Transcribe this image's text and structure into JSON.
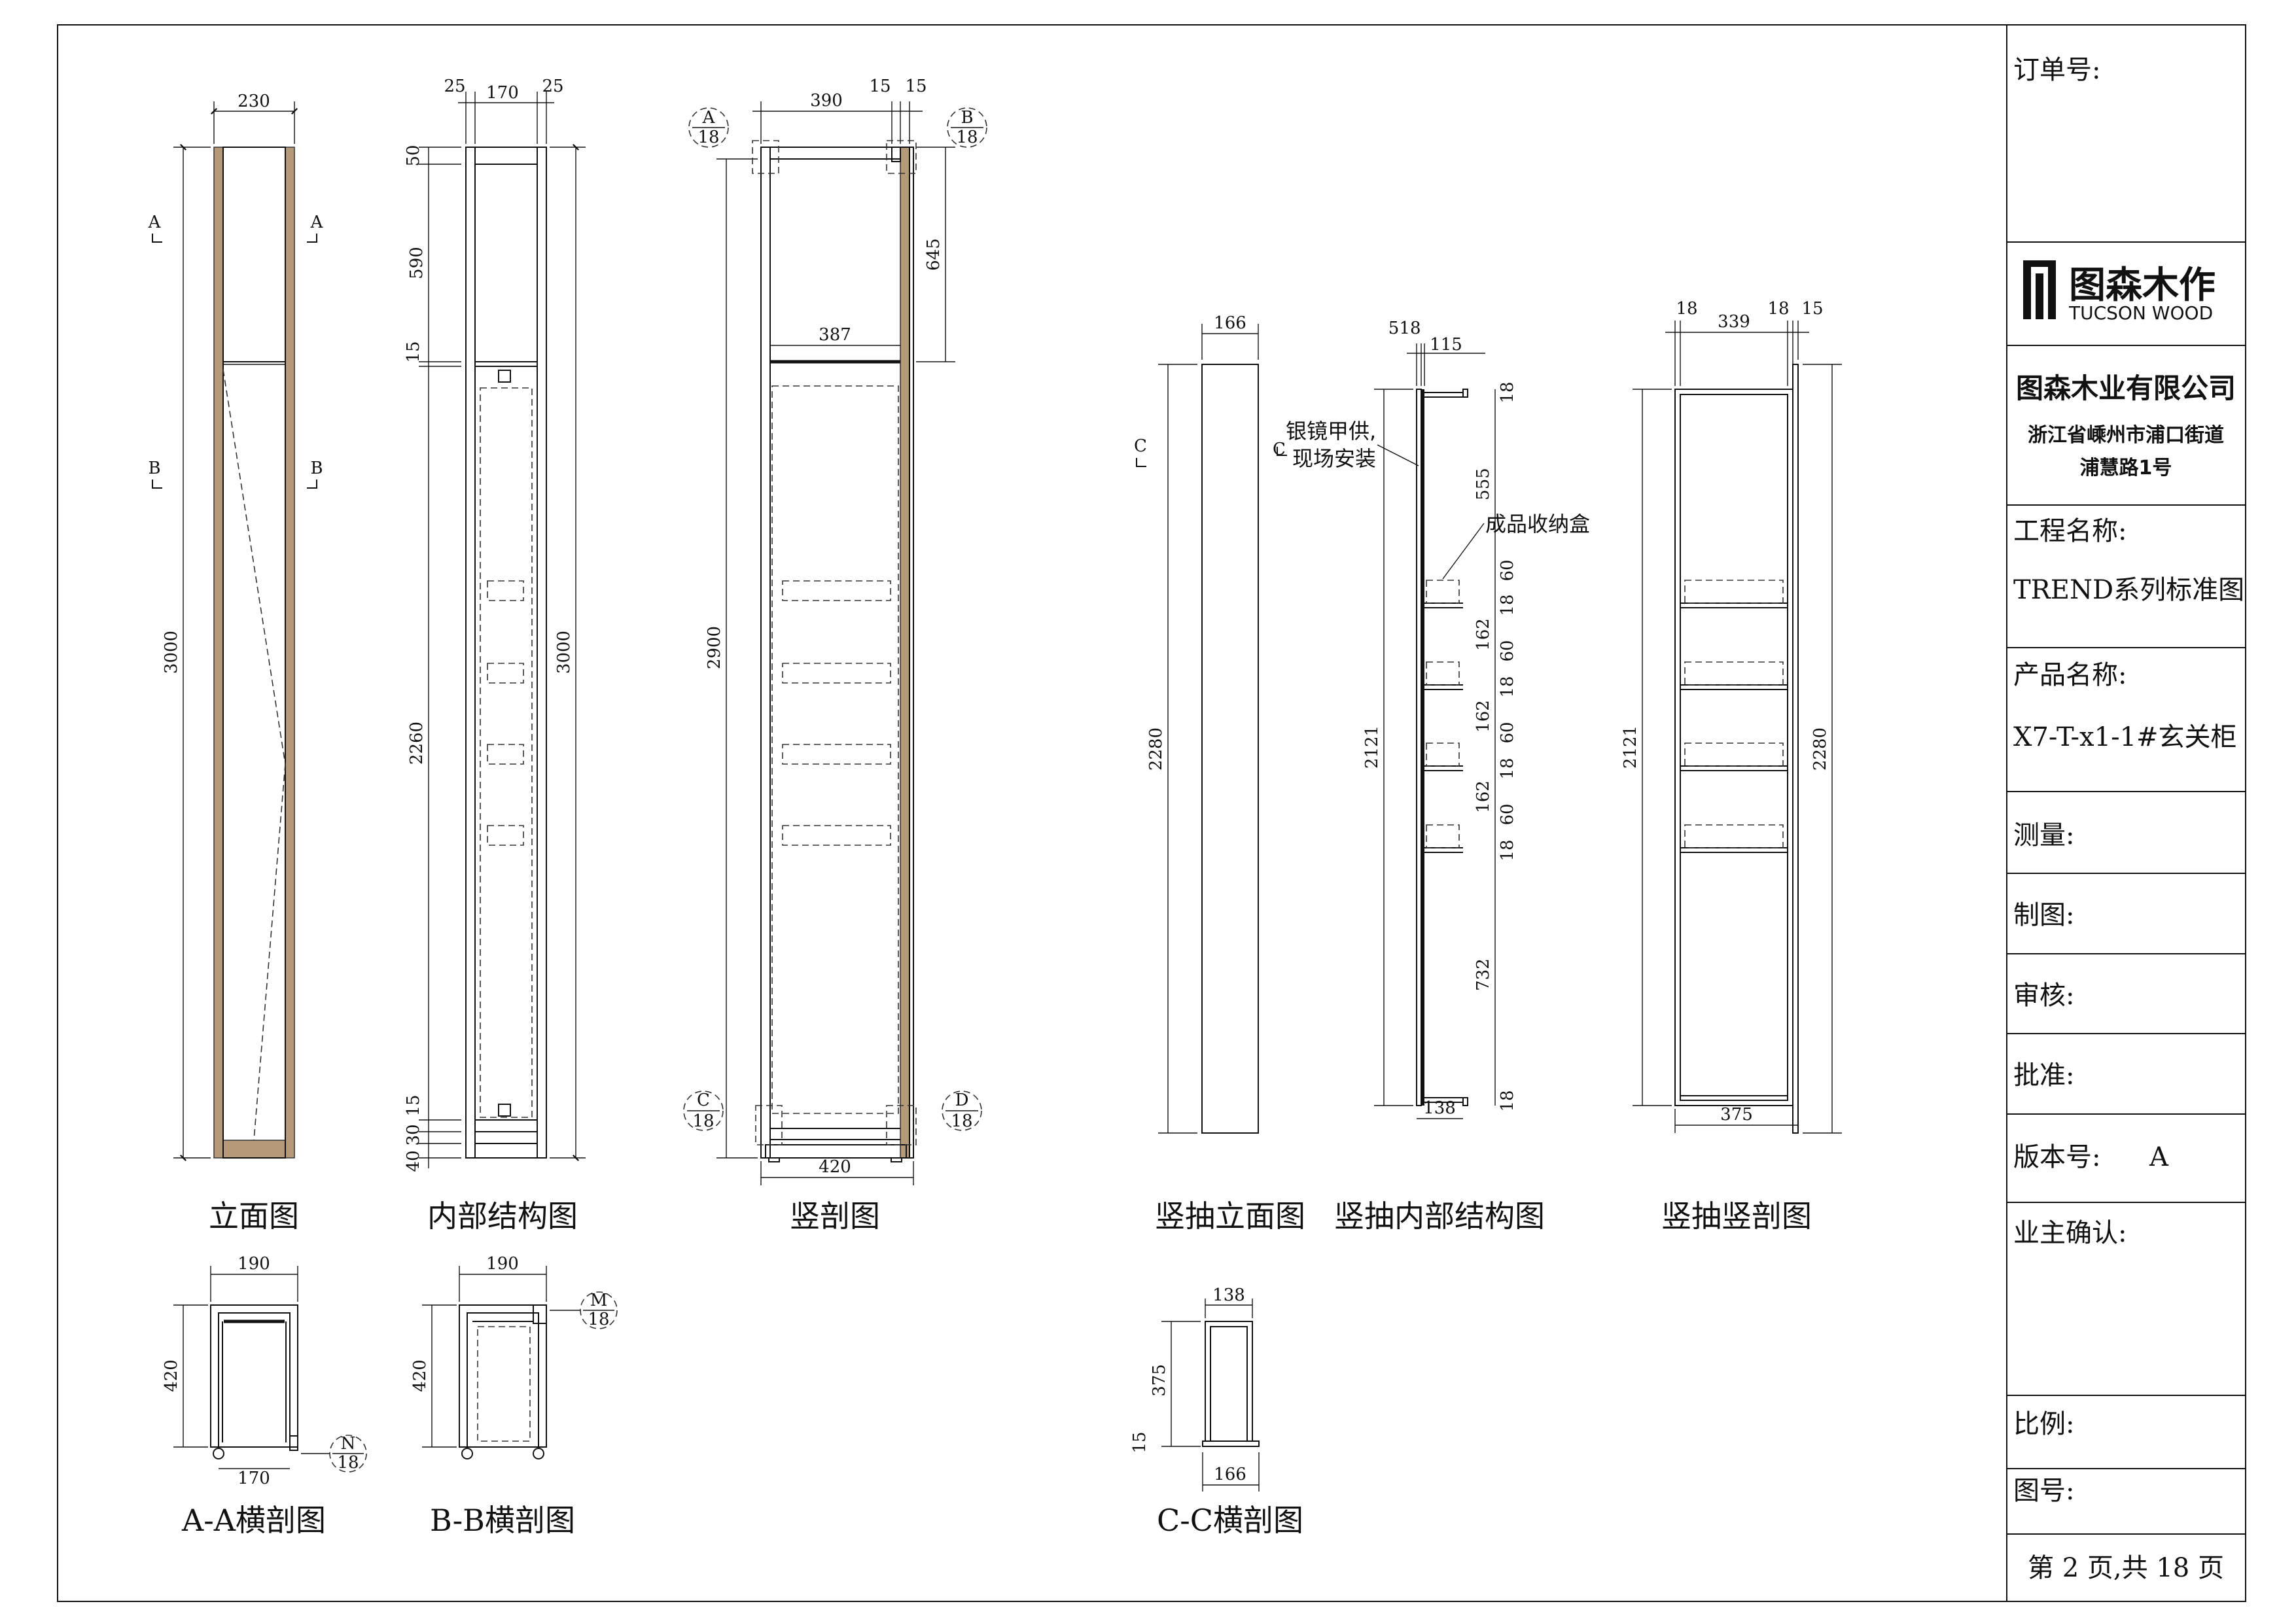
{
  "views": {
    "elevation": {
      "caption": "立面图",
      "width": "230",
      "height": "3000",
      "sec_a": "A",
      "sec_b": "B"
    },
    "internal": {
      "caption": "内部结构图",
      "w1": "25",
      "w2": "170",
      "w3": "25",
      "d1": "50",
      "d2": "590",
      "d3": "15",
      "d4": "2260",
      "d5": "15",
      "d6": "30",
      "d7": "40",
      "total": "3000"
    },
    "vertical_section": {
      "caption": "竖剖图",
      "top_w": "390",
      "top_s1": "15",
      "top_s2": "15",
      "inner_w": "387",
      "h645": "645",
      "h2900": "2900",
      "bottom_w": "420",
      "callout_a": "A",
      "callout_b": "B",
      "callout_c": "C",
      "callout_d": "D",
      "callout_num": "18"
    },
    "drawer_elevation": {
      "caption": "竖抽立面图",
      "width": "166",
      "height": "2280",
      "sec_c": "C"
    },
    "drawer_internal": {
      "caption": "竖抽内部结构图",
      "w_a": "5",
      "w_b": "18",
      "w_c": "115",
      "bottom_w": "138",
      "height": "2121",
      "note_mirror_1": "银镜甲供,",
      "note_mirror_2": "现场安装",
      "note_box": "成品收纳盒",
      "sec_c": "C",
      "right_dims": [
        "18",
        "555",
        "60",
        "18",
        "162",
        "60",
        "18",
        "162",
        "60",
        "18",
        "162",
        "60",
        "18",
        "732",
        "18"
      ]
    },
    "drawer_section": {
      "caption": "竖抽竖剖图",
      "w1": "18",
      "w2": "339",
      "w3": "18",
      "w4": "15",
      "bottom_w": "375",
      "h_left": "2121",
      "h_right": "2280"
    },
    "aa_section": {
      "caption": "A-A横剖图",
      "top_w": "190",
      "depth": "420",
      "bottom_w": "170",
      "callout_letter": "N",
      "callout_num": "18"
    },
    "bb_section": {
      "caption": "B-B横剖图",
      "top_w": "190",
      "depth": "420",
      "callout_letter": "M",
      "callout_num": "18"
    },
    "cc_section": {
      "caption": "C-C横剖图",
      "top_w": "138",
      "depth": "375",
      "base": "15",
      "bottom_w": "166"
    }
  },
  "title_block": {
    "order_no_label": "订单号:",
    "logo_cn": "图森木作",
    "logo_en": "TUCSON WOOD",
    "company": "图森木业有限公司",
    "address_1": "浙江省嵊州市浦口街道",
    "address_2": "浦慧路1号",
    "project_label": "工程名称:",
    "project_value": "TREND系列标准图",
    "product_label": "产品名称:",
    "product_value": "X7-T-x1-1#玄关柜",
    "measure_label": "测量:",
    "draw_label": "制图:",
    "review_label": "审核:",
    "approve_label": "批准:",
    "version_label": "版本号:",
    "version_value": "A",
    "owner_label": "业主确认:",
    "scale_label": "比例:",
    "drawing_no_label": "图号:",
    "page_text": "第 2 页,共 18 页"
  },
  "colors": {
    "line": "#111111",
    "wood": "#b49a78"
  }
}
